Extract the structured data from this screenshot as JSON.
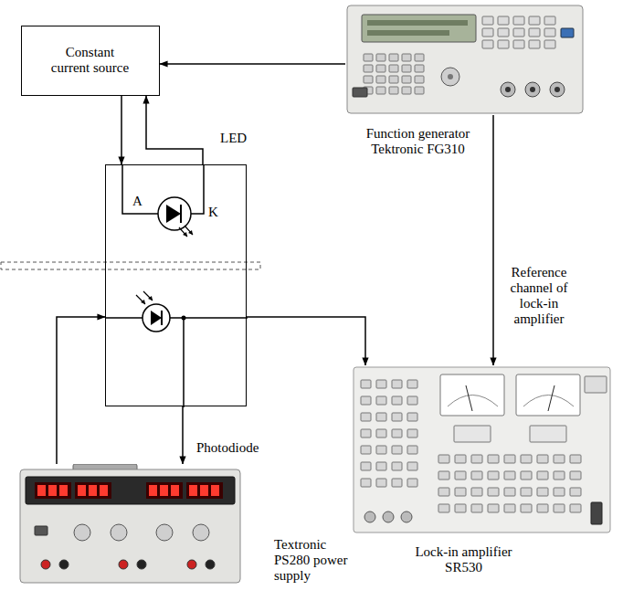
{
  "diagram": {
    "nodes": [
      {
        "text": [
          "Constant current source"
        ]
      },
      {
        "text": [
          "Function generator Tektronic FG310"
        ]
      },
      {
        "text": [
          "LED"
        ]
      },
      {
        "text": [
          "Lock-in amplifier SR530"
        ]
      },
      {
        "text": [
          "Textronic PS280 power supply"
        ]
      }
    ],
    "edges": [
      {
        "from": 1,
        "to": 0,
        "arrow": "to"
      },
      {
        "from": 0,
        "to": 2,
        "arrow": "to"
      },
      {
        "from": 2,
        "to": 0,
        "arrow": "to"
      },
      {
        "from": 1,
        "to": 3,
        "arrow": "to",
        "label": "Reference channel of lock-in amplifier"
      },
      {
        "from": 2,
        "to": 3,
        "arrow": "to"
      },
      {
        "from": 4,
        "to": 2,
        "arrow": "to"
      },
      {
        "from": 2,
        "to": 4,
        "arrow": "to"
      }
    ],
    "labels": [
      "A",
      "K",
      "Photodiode"
    ]
  }
}
